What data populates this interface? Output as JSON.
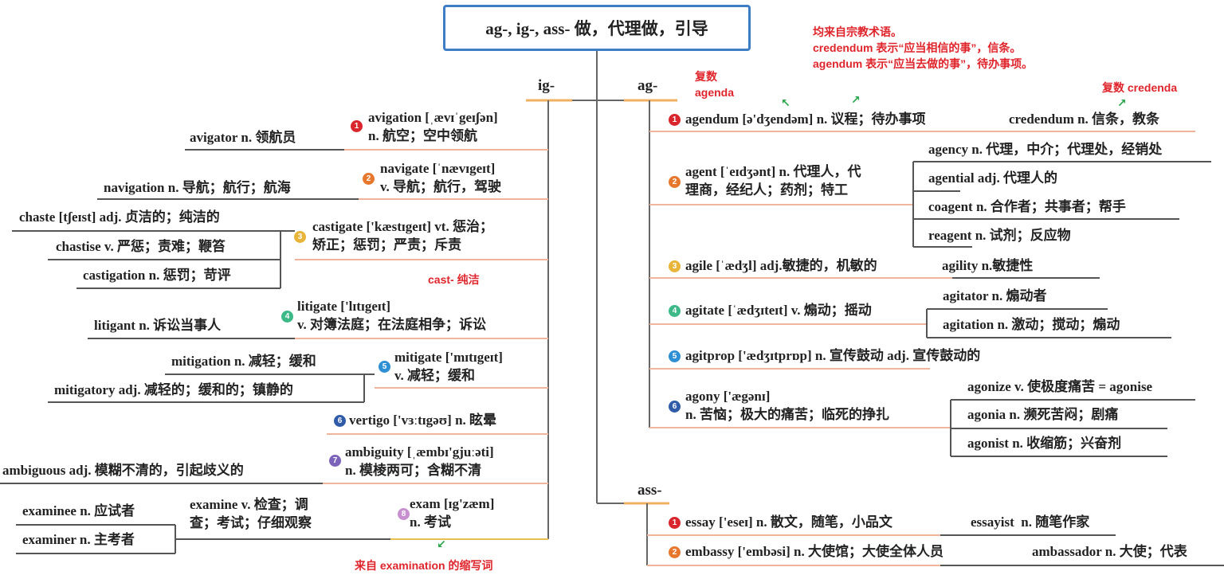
{
  "title": "ag-, ig-, ass- 做，代理做，引导",
  "colors": {
    "title_border": "#3d7dc6",
    "annotation": "#e0242b",
    "arrow": "#2aa54a",
    "main_line": "#f0b49a",
    "child_line": "#555555"
  },
  "badge_colors": [
    "#d9262c",
    "#e8772e",
    "#e8b43a",
    "#3db887",
    "#2d8fd4",
    "#2f5ba8",
    "#7a63b8",
    "#c88fd0"
  ],
  "ig": {
    "label": "ig-",
    "items": [
      {
        "num": "1",
        "text": "avigation [ˌævɪˈgeɪʃən]\nn. 航空；空中领航",
        "children": [
          "avigator n. 领航员"
        ]
      },
      {
        "num": "2",
        "text": "navigate [ˈnævɪgeɪt]\nv. 导航；航行，驾驶",
        "children": [
          "navigation n. 导航；航行；航海"
        ]
      },
      {
        "num": "3",
        "text": "castigate ['kæstɪgeɪt] vt. 惩治；\n矫正；惩罚；严责；斥责",
        "children": [
          "chaste [tʃeɪst] adj. 贞洁的；纯洁的",
          "chastise v. 严惩；责难；鞭笞",
          "castigation n. 惩罚；苛评"
        ],
        "note": "cast- 纯洁"
      },
      {
        "num": "4",
        "text": "litigate ['lɪtɪgeɪt]\nv. 对簿法庭；在法庭相争；诉讼",
        "children": [
          "litigant n. 诉讼当事人"
        ]
      },
      {
        "num": "5",
        "text": "mitigate ['mɪtɪgeɪt]\nv. 减轻；缓和",
        "children": [
          "mitigation n. 减轻；缓和",
          "mitigatory adj. 减轻的；缓和的；镇静的"
        ]
      },
      {
        "num": "6",
        "text": "vertigo ['vɜːtɪgəʊ] n. 眩晕",
        "children": []
      },
      {
        "num": "7",
        "text": "ambiguity [ˌæmbɪ'gjuːəti]\nn. 模棱两可；含糊不清",
        "children": [
          "ambiguous adj. 模糊不清的，引起歧义的"
        ]
      },
      {
        "num": "8",
        "text": "exam [ɪg'zæm]\nn. 考试",
        "children": [
          "examine v. 检查；调\n查；考试；仔细观察",
          "examinee n. 应试者",
          "examiner n. 主考者"
        ],
        "note": "来自 examination 的缩写词"
      }
    ]
  },
  "ag": {
    "label": "ag-",
    "note_plural": "复数\nagenda",
    "note_religious": "均来自宗教术语。\ncredendum 表示“应当相信的事”，信条。\nagendum 表示“应当去做的事”，待办事项。",
    "note_credenda": "复数 credenda",
    "items": [
      {
        "num": "1",
        "text": "agendum [ə'dʒendəm] n. 议程；待办事项",
        "children": [
          "credendum n. 信条，教条"
        ]
      },
      {
        "num": "2",
        "text": "agent [ˈeɪdʒənt] n. 代理人，代\n理商，经纪人；药剂；特工",
        "children": [
          "agency n. 代理，中介；代理处，经销处",
          "agential adj. 代理人的",
          "coagent n. 合作者；共事者；帮手",
          "reagent n. 试剂；反应物"
        ]
      },
      {
        "num": "3",
        "text": "agile [ˈædʒl] adj.敏捷的，机敏的",
        "children": [
          "agility n.敏捷性"
        ]
      },
      {
        "num": "4",
        "text": "agitate [ˈædʒɪteɪt] v. 煽动；摇动",
        "children": [
          "agitator n. 煽动者",
          "agitation n. 激动；搅动；煽动"
        ]
      },
      {
        "num": "5",
        "text": "agitprop ['ædʒɪtprɒp] n. 宣传鼓动 adj. 宣传鼓动的",
        "children": []
      },
      {
        "num": "6",
        "text": "agony ['ægənɪ]\nn. 苦恼；极大的痛苦；临死的挣扎",
        "children": [
          "agonize v. 使极度痛苦 = agonise",
          "agonia n. 濒死苦闷；剧痛",
          "agonist n. 收缩筋；兴奋剂"
        ]
      }
    ]
  },
  "ass": {
    "label": "ass-",
    "items": [
      {
        "num": "1",
        "text": "essay ['eseɪ] n. 散文，随笔，小品文",
        "children": [
          "essayist  n. 随笔作家"
        ]
      },
      {
        "num": "2",
        "text": "embassy ['embəsi] n. 大使馆；大使全体人员",
        "children": [
          "ambassador n. 大使；代表"
        ]
      }
    ]
  }
}
